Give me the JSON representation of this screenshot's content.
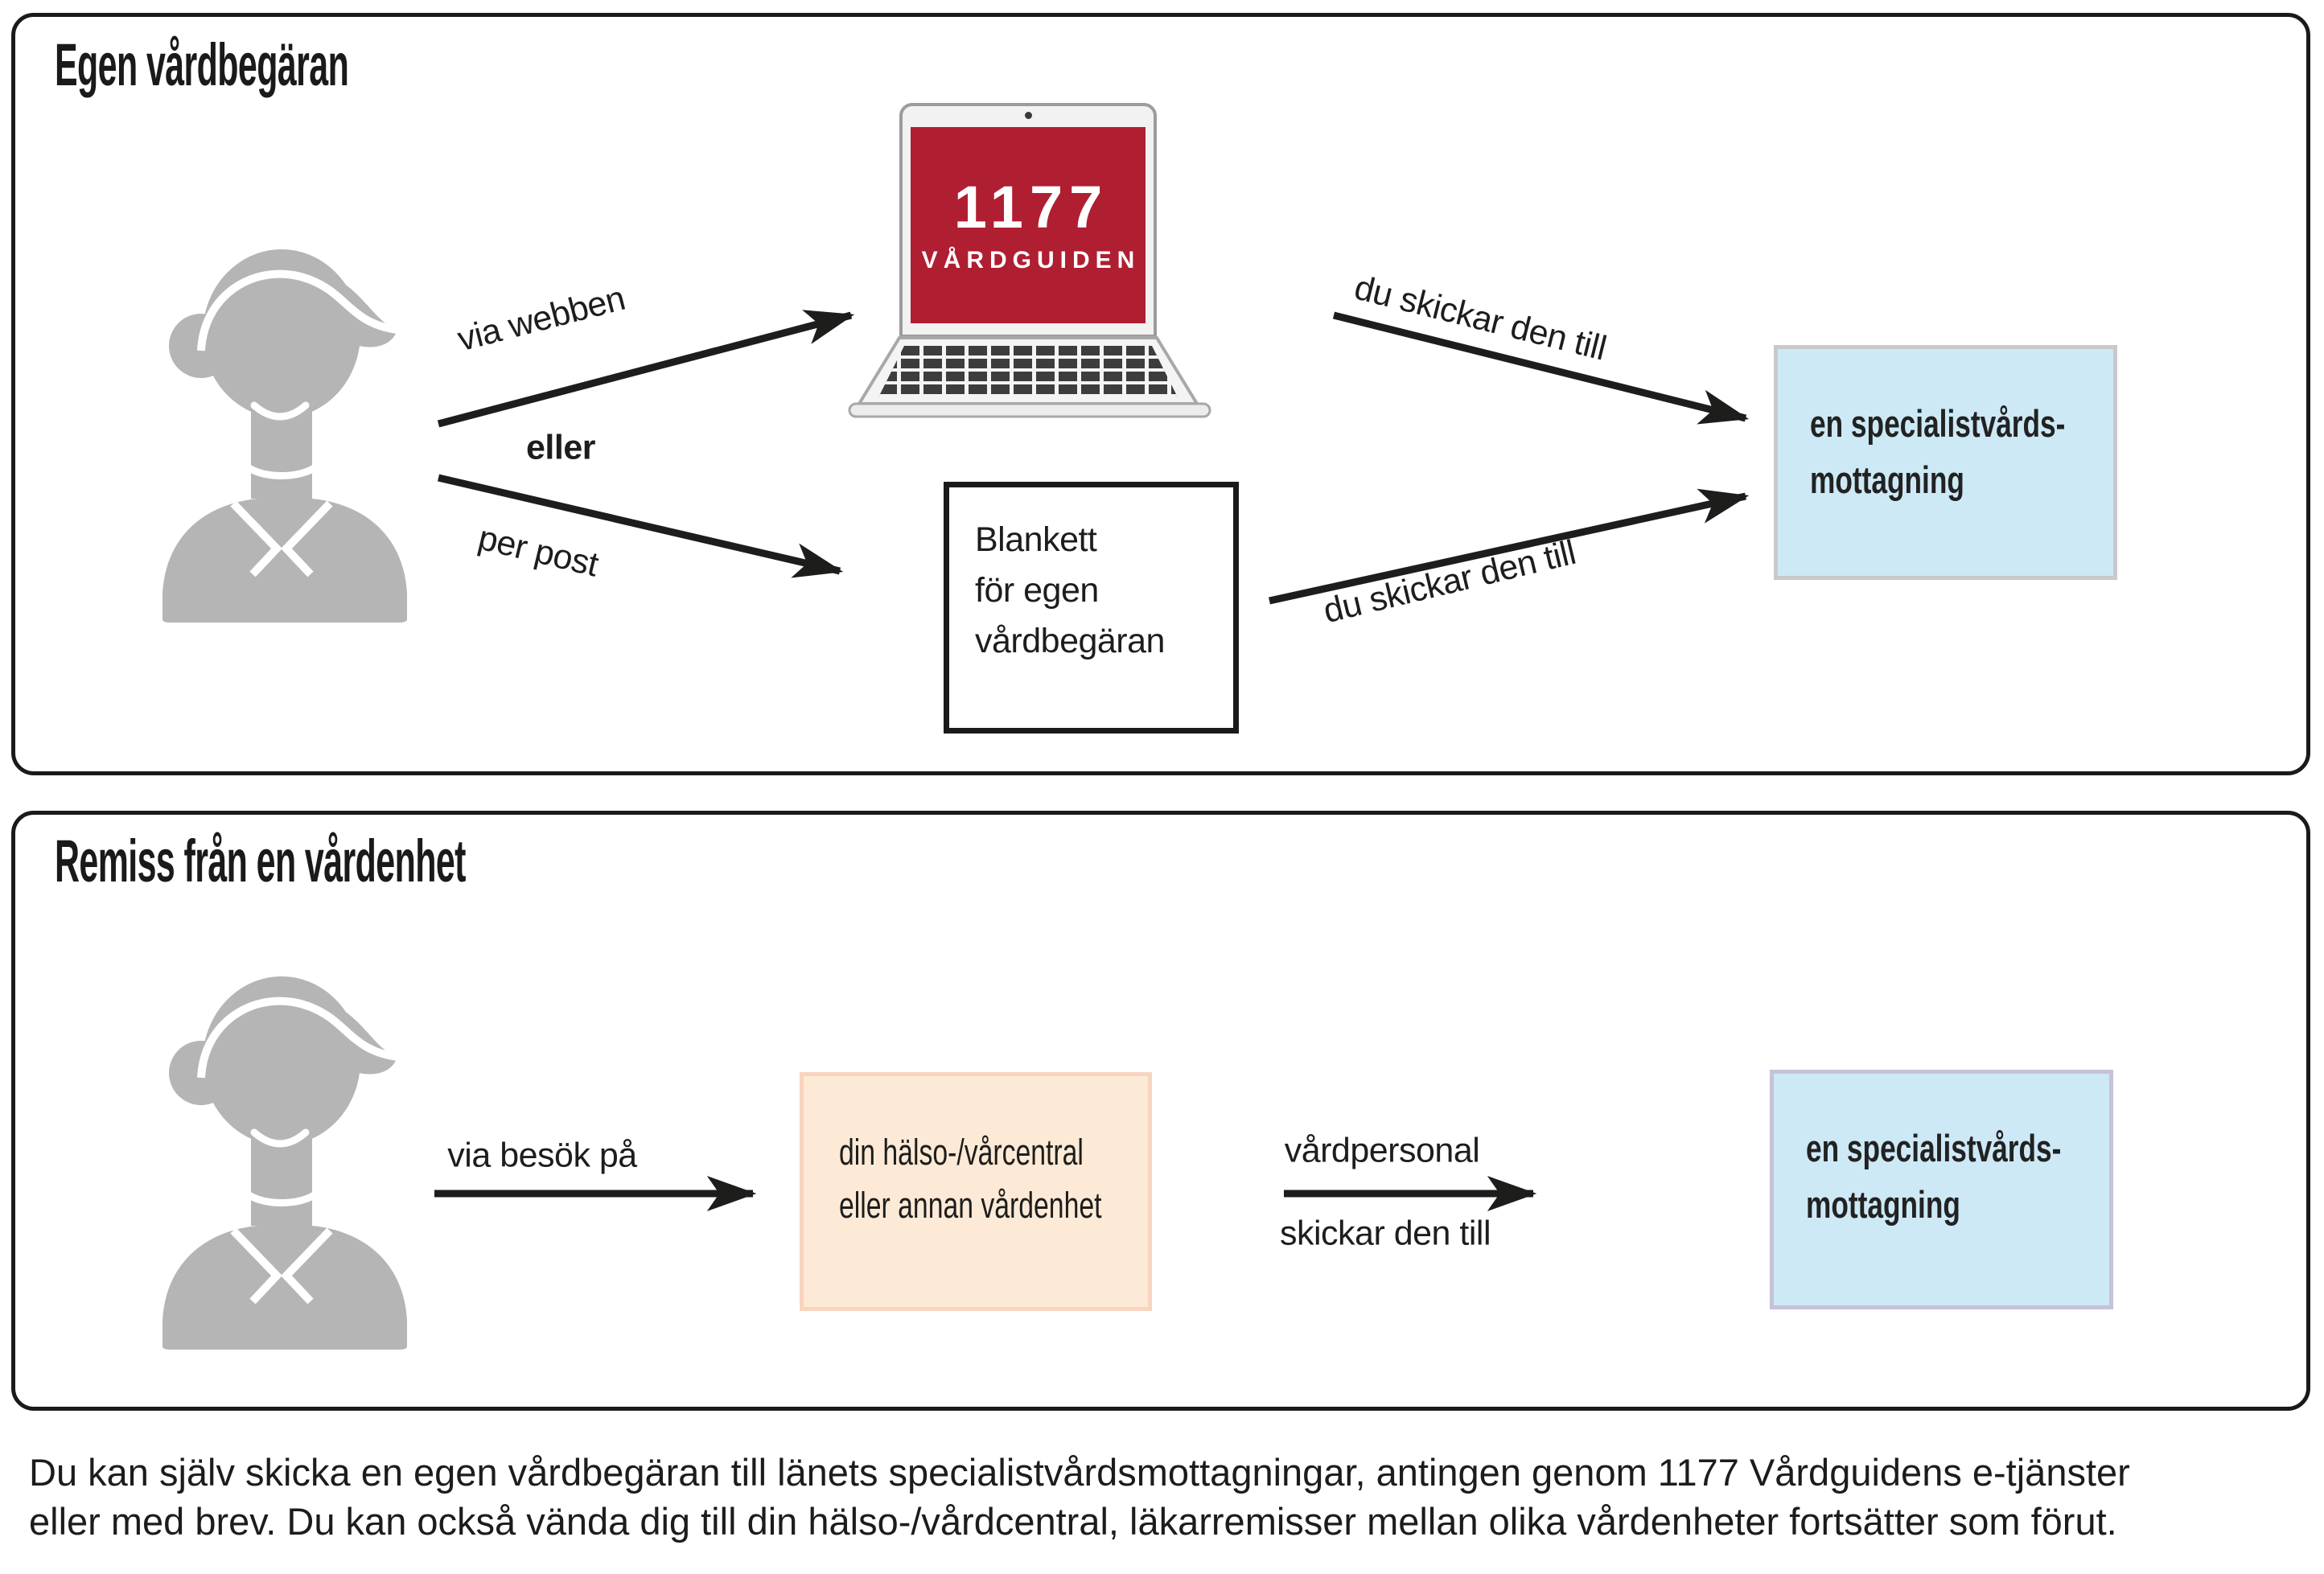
{
  "panel1": {
    "title": "Egen vårdbegäran",
    "label_via_webben": "via webben",
    "label_eller": "eller",
    "label_per_post": "per post",
    "laptop_logo_line1": "1177",
    "laptop_logo_line2": "VÅRDGUIDEN",
    "form_box": {
      "line1": "Blankett",
      "line2": "för egen",
      "line3": "vårdbegäran"
    },
    "label_du_skickar_upper": "du skickar den till",
    "label_du_skickar_lower": "du skickar den till",
    "dest_box": {
      "line1": "en specialistvårds-",
      "line2": "mottagning"
    }
  },
  "panel2": {
    "title": "Remiss från en vårdenhet",
    "label_via_besok": "via besök på",
    "source_box": {
      "line1": "din hälso-/vårcentral",
      "line2": "eller annan vårdenhet"
    },
    "label_vardpersonal": "vårdpersonal",
    "label_skickar_den_till": "skickar den till",
    "dest_box": {
      "line1": "en specialistvårds-",
      "line2": "mottagning"
    }
  },
  "caption": {
    "line1": "Du kan själv skicka en egen vårdbegäran till länets specialistvårdsmottagningar, antingen genom 1177 Vårdguidens e-tjänster",
    "line2": "eller med brev. Du kan också vända dig till din hälso-/vårdcentral, läkarremisser mellan olika vårdenheter fortsätter som förut."
  },
  "icons": {
    "person": "person-silhouette-icon",
    "laptop": "laptop-1177-icon",
    "arrow": "flow-arrow-icon"
  },
  "colors": {
    "brand_red": "#b01e32",
    "person_gray": "#b5b5b5",
    "blue_fill": "#cde9f6",
    "blue_border_1": "#c9c9c9",
    "blue_border_2": "#c6c2d8",
    "orange_fill": "#fcead7",
    "orange_border": "#f8d5c0",
    "ink": "#1d1d1b",
    "panel_border": "#1a1a1a"
  }
}
